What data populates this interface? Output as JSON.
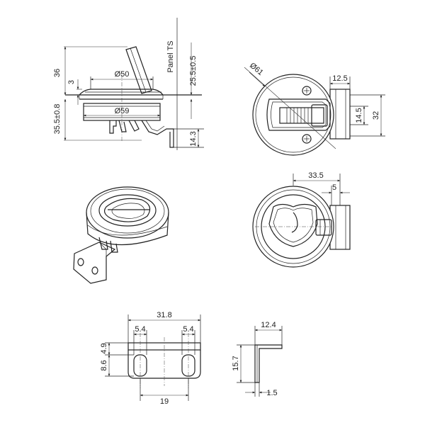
{
  "dims": {
    "side": {
      "h36": "36",
      "h3": "3",
      "d50": "Ø50",
      "d59": "Ø59",
      "panel": "Panel TS",
      "h25_5": "25.5±0.5",
      "h35_5": "35.5±0.8",
      "h14_3": "14.3"
    },
    "top": {
      "d61": "Ø61",
      "w12_5": "12.5",
      "h14_5": "14.5",
      "h32": "32"
    },
    "back": {
      "w33_5": "33.5",
      "w5": "5"
    },
    "bracket_front": {
      "w31_8": "31.8",
      "s5_4a": "5.4",
      "s5_4b": "5.4",
      "h4_9": "4.9",
      "h8_6": "8.6",
      "w19": "19"
    },
    "bracket_side": {
      "w12_4": "12.4",
      "h15_7": "15.7",
      "t1_5": "1.5"
    }
  }
}
